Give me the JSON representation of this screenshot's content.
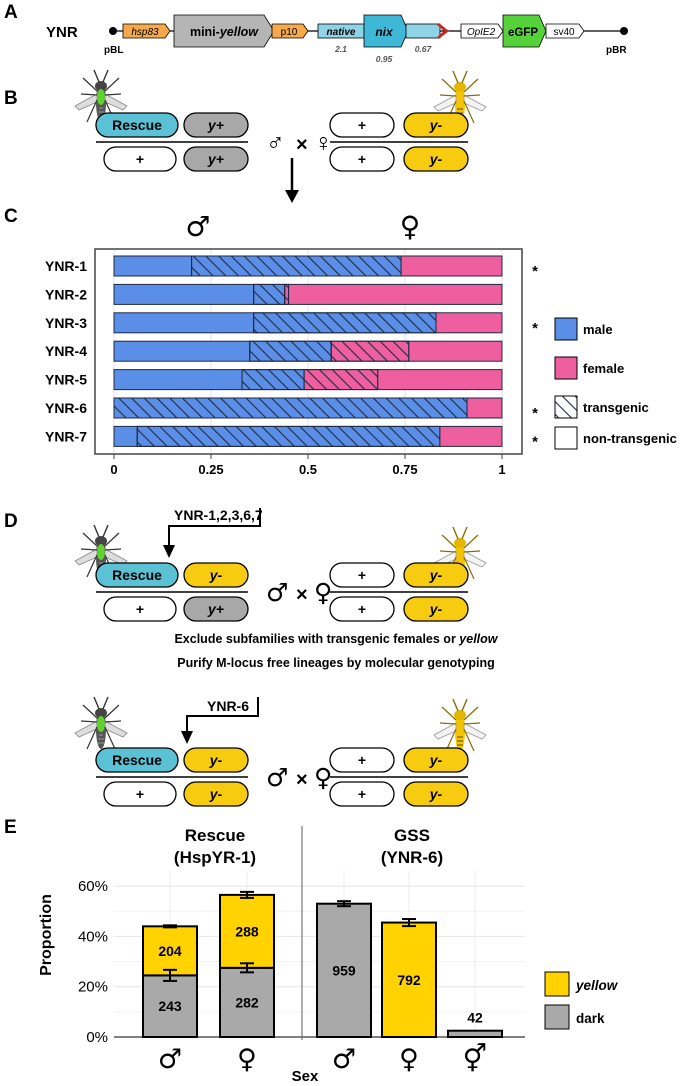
{
  "panel_letters": [
    "A",
    "B",
    "C",
    "D",
    "E"
  ],
  "construct": {
    "name": "YNR",
    "left_border": "pBL",
    "right_border": "pBR",
    "elements": [
      {
        "label": "hsp83",
        "color": "#f5a94a",
        "italic": true
      },
      {
        "label": "mini-yellow",
        "color": "#b5b5b5",
        "italic_part": "yellow"
      },
      {
        "label": "p10",
        "color": "#f5a94a",
        "italic": false
      },
      {
        "label": "native",
        "color": "#8fd3e6",
        "italic": true
      },
      {
        "label": "nix",
        "color": "#3fb8d8",
        "italic": true
      },
      {
        "label": "OpIE2",
        "color": "#ffffff",
        "italic": true
      },
      {
        "label": "eGFP",
        "color": "#55d23a",
        "italic": false
      },
      {
        "label": "sv40",
        "color": "#ffffff",
        "italic": false
      }
    ],
    "values_below": [
      "2.1",
      "0.95",
      "0.67"
    ]
  },
  "crosses": {
    "rescue_label": "Rescue",
    "plus": "+",
    "y_plus": "y+",
    "y_minus": "y-",
    "male_symbol": "♂",
    "female_symbol": "♀",
    "times": "×",
    "colors": {
      "rescue": "#5bc2d6",
      "yellow": "#f7cc10",
      "grey": "#a8a8a8"
    }
  },
  "chart_c": {
    "type": "bar",
    "header_male": "♂",
    "header_female": "♀",
    "categories": [
      "YNR-1",
      "YNR-2",
      "YNR-3",
      "YNR-4",
      "YNR-5",
      "YNR-6",
      "YNR-7"
    ],
    "series": [
      {
        "name": "male non-transgenic",
        "values": [
          0.2,
          0.36,
          0.36,
          0.35,
          0.33,
          0.0,
          0.06
        ]
      },
      {
        "name": "male transgenic",
        "values": [
          0.54,
          0.08,
          0.47,
          0.21,
          0.16,
          0.91,
          0.78
        ]
      },
      {
        "name": "female transgenic",
        "values": [
          0.0,
          0.01,
          0.0,
          0.2,
          0.19,
          0.0,
          0.0
        ]
      },
      {
        "name": "female non-transgenic",
        "values": [
          0.26,
          0.55,
          0.17,
          0.24,
          0.32,
          0.09,
          0.16
        ]
      }
    ],
    "asterisks": [
      "*",
      "",
      "*",
      "",
      "",
      "*",
      "*"
    ],
    "xticks": [
      "0",
      "0.25",
      "0.5",
      "0.75",
      "1"
    ],
    "xlim": [
      0,
      1
    ],
    "legend": [
      "male",
      "female",
      "transgenic",
      "non-transgenic"
    ],
    "colors": {
      "male": "#5b8ee6",
      "female": "#ef5f9f"
    }
  },
  "panel_d": {
    "arrow1_label": "YNR-1,2,3,6,7",
    "text1_prefix": "Exclude subfamilies with transgenic females or ",
    "text1_italic": "yellow",
    "text2": "Purify M-locus free lineages by molecular genotyping",
    "arrow2_label": "YNR-6"
  },
  "chart_e": {
    "type": "bar",
    "group_titles": [
      {
        "line1": "Rescue",
        "line2": "(HspYR-1)"
      },
      {
        "line1": "GSS",
        "line2": "(YNR-6)"
      }
    ],
    "ylabel": "Proportion",
    "xlabel": "Sex",
    "yticks": [
      "0%",
      "20%",
      "40%",
      "60%"
    ],
    "ylim": [
      0,
      0.66
    ],
    "categories": [
      "♂",
      "♀",
      "♂",
      "♀",
      "⚥"
    ],
    "series": [
      {
        "name": "dark",
        "values": [
          0.245,
          0.275,
          0.53,
          0.0,
          0.025
        ]
      },
      {
        "name": "yellow",
        "values": [
          0.195,
          0.29,
          0.0,
          0.455,
          0.0
        ]
      }
    ],
    "bar_labels": [
      {
        "dark": "243",
        "yellow": "204"
      },
      {
        "dark": "282",
        "yellow": "288"
      },
      {
        "dark": "959",
        "yellow": ""
      },
      {
        "dark": "",
        "yellow": "792"
      },
      {
        "dark": "42",
        "yellow": ""
      }
    ],
    "error_bars": [
      {
        "dark": 0.022,
        "top": 0.004
      },
      {
        "dark": 0.018,
        "top": 0.012
      },
      {
        "dark": 0.0,
        "top": 0.01
      },
      {
        "dark": 0.0,
        "top": 0.014
      },
      {
        "dark": 0.0,
        "top": 0.0
      }
    ],
    "legend": [
      "yellow",
      "dark"
    ],
    "colors": {
      "yellow": "#ffd200",
      "dark": "#a9a9a9"
    }
  }
}
